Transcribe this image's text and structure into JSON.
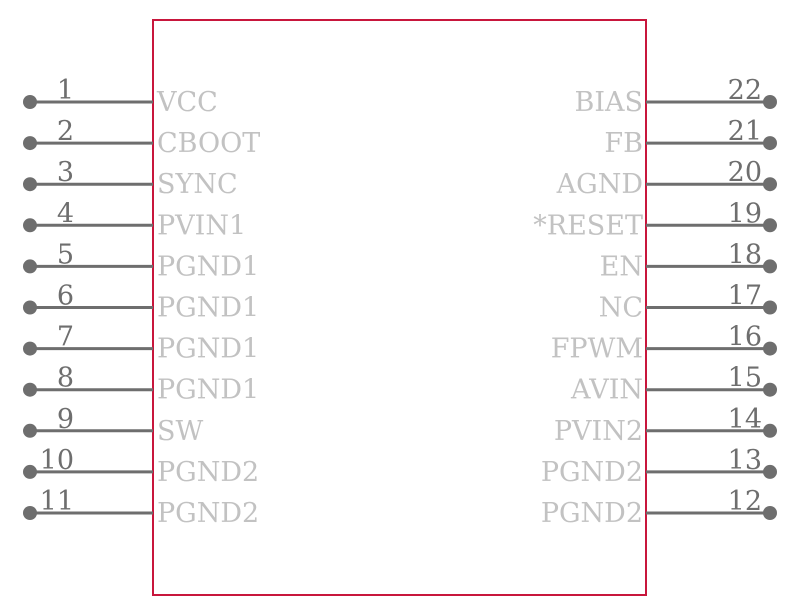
{
  "colors": {
    "body_outline": "#c8163c",
    "pin": "#6e6e6e",
    "pin_name": "#c2c2c2",
    "background": "#ffffff"
  },
  "left_pins": [
    {
      "number": "1",
      "name": "VCC"
    },
    {
      "number": "2",
      "name": "CBOOT"
    },
    {
      "number": "3",
      "name": "SYNC"
    },
    {
      "number": "4",
      "name": "PVIN1"
    },
    {
      "number": "5",
      "name": "PGND1"
    },
    {
      "number": "6",
      "name": "PGND1"
    },
    {
      "number": "7",
      "name": "PGND1"
    },
    {
      "number": "8",
      "name": "PGND1"
    },
    {
      "number": "9",
      "name": "SW"
    },
    {
      "number": "10",
      "name": "PGND2"
    },
    {
      "number": "11",
      "name": "PGND2"
    }
  ],
  "right_pins": [
    {
      "number": "22",
      "name": "BIAS"
    },
    {
      "number": "21",
      "name": "FB"
    },
    {
      "number": "20",
      "name": "AGND"
    },
    {
      "number": "19",
      "name": "*RESET"
    },
    {
      "number": "18",
      "name": "EN"
    },
    {
      "number": "17",
      "name": "NC"
    },
    {
      "number": "16",
      "name": "FPWM"
    },
    {
      "number": "15",
      "name": "AVIN"
    },
    {
      "number": "14",
      "name": "PVIN2"
    },
    {
      "number": "13",
      "name": "PGND2"
    },
    {
      "number": "12",
      "name": "PGND2"
    }
  ]
}
